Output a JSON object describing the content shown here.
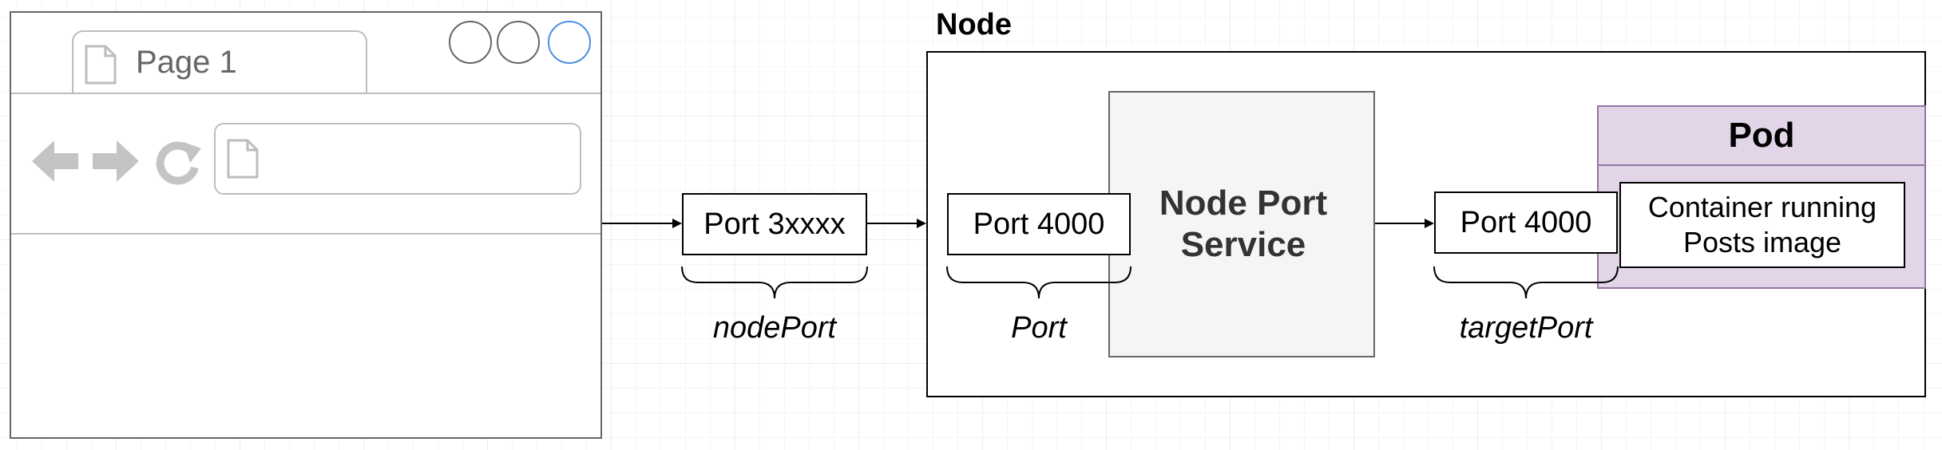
{
  "browser": {
    "tab_label": "Page 1"
  },
  "node_port_box": {
    "label": "Port 3xxxx"
  },
  "node_port_label": "nodePort",
  "node": {
    "title": "Node",
    "service_port": {
      "label": "Port 4000"
    },
    "service_port_label": "Port",
    "service": {
      "label": "Node Port Service"
    },
    "target_port": {
      "label": "Port 4000"
    },
    "target_port_label": "targetPort",
    "pod": {
      "title": "Pod",
      "container_label": "Container running Posts image"
    }
  },
  "colors": {
    "pod_fill": "#e1d5e7",
    "pod_stroke": "#9673a6",
    "service_fill": "#f5f5f5",
    "service_stroke": "#666666",
    "browser_stroke": "#666666",
    "browser_light": "#bdbdbd",
    "window_button_active": "#4a90e2"
  }
}
